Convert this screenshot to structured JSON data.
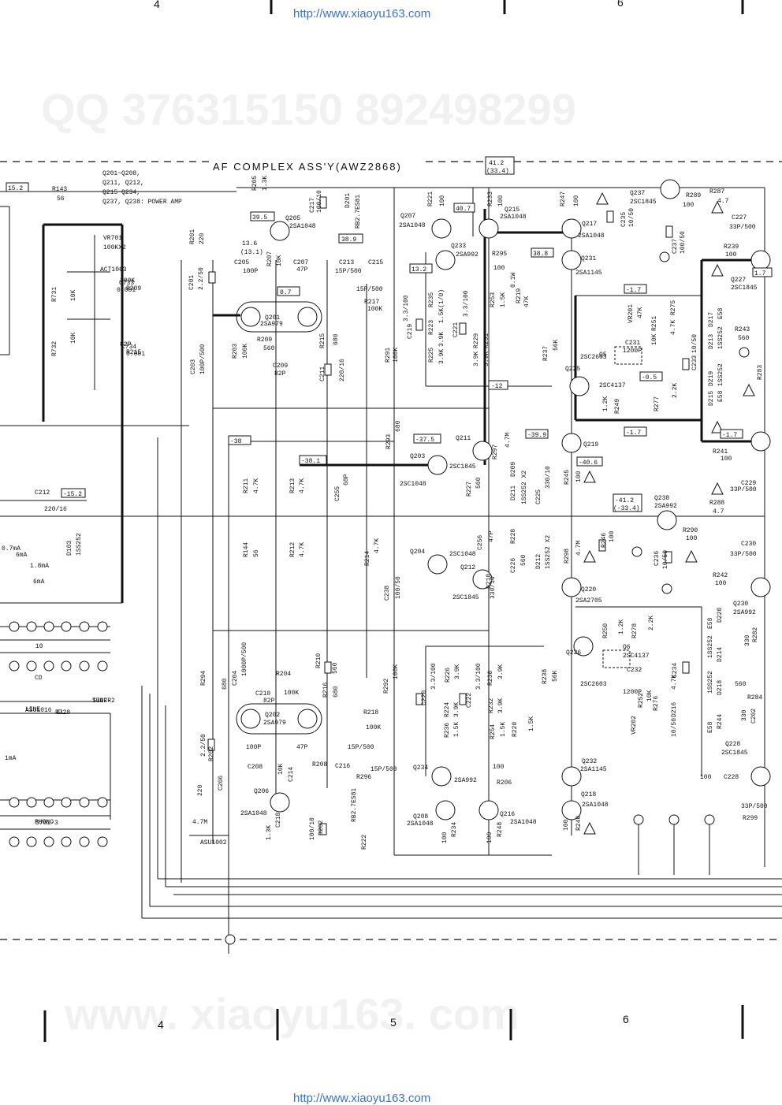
{
  "header": {
    "source_url": "http://www.xiaoyu163.com",
    "col_left": "4",
    "col_right": "6"
  },
  "watermarks": {
    "qq": "QQ 376315150  892498299",
    "site": "www. xiaoyu163. com"
  },
  "footer": {
    "source_url": "http://www.xiaoyu163.com",
    "columns": [
      "4",
      "5",
      "6"
    ]
  },
  "assembly": {
    "title": "AF COMPLEX ASS'Y(AWZ2868)",
    "note_lines": [
      "Q201~Q208,",
      "Q211, Q212,",
      "Q215~Q234,",
      "Q237, Q238: POWER AMP"
    ]
  },
  "voltage_boxes": [
    "15.2",
    "39.5",
    "13.6",
    "(13.1)",
    "0.7",
    "38.9",
    "40.7",
    "41.2",
    "(33.4)",
    "13.2",
    "38.8",
    "-1.7",
    "-0.5",
    "-12",
    "-38",
    "-38.1",
    "-37.5",
    "-39.9",
    "-40.6",
    "-1.7",
    "-1.7",
    "-41.2",
    "(-33.4)",
    "-15.2",
    "1.7"
  ],
  "transistors": [
    {
      "ref": "Q205",
      "part": "2SA1048"
    },
    {
      "ref": "Q201",
      "part": "2SA979"
    },
    {
      "ref": "Q202",
      "part": "2SA979"
    },
    {
      "ref": "Q206",
      "part": "2SA1048"
    },
    {
      "ref": "Q207",
      "part": "2SA1048"
    },
    {
      "ref": "Q233",
      "part": "2SA992"
    },
    {
      "ref": "Q215",
      "part": "2SA1048"
    },
    {
      "ref": "Q217",
      "part": "2SA1048"
    },
    {
      "ref": "Q231",
      "part": "2SA1145"
    },
    {
      "ref": "Q237",
      "part": "2SC1845"
    },
    {
      "ref": "Q227",
      "part": "2SC1845"
    },
    {
      "ref": "Q225",
      "part": "2SC2603"
    },
    {
      "ref": "Q5",
      "part": "2SC4137"
    },
    {
      "ref": "Q211",
      "part": "2SC1845"
    },
    {
      "ref": "Q203",
      "part": "2SC1048"
    },
    {
      "ref": "Q219",
      "part": ""
    },
    {
      "ref": "Q204",
      "part": "2SC1048"
    },
    {
      "ref": "Q212",
      "part": "2SC1845"
    },
    {
      "ref": "Q220",
      "part": "2SA2705"
    },
    {
      "ref": "Q238",
      "part": "2SA992"
    },
    {
      "ref": "Q226",
      "part": "2SC2603"
    },
    {
      "ref": "Q6",
      "part": "2SC4137"
    },
    {
      "ref": "Q234",
      "part": "2SA992"
    },
    {
      "ref": "Q208",
      "part": "2SA1048"
    },
    {
      "ref": "Q216",
      "part": "2SA1048"
    },
    {
      "ref": "Q232",
      "part": "2SA1145"
    },
    {
      "ref": "Q218",
      "part": "2SA1048"
    },
    {
      "ref": "Q230",
      "part": "2SA992"
    },
    {
      "ref": "Q228",
      "part": "2SC1845"
    }
  ],
  "labels": [
    "R143",
    "56",
    "R205",
    "1.3K",
    "C217",
    "100/10",
    "D201",
    "RB2.7ES81",
    "R221",
    "100",
    "R233",
    "100",
    "R247",
    "100",
    "R289",
    "100",
    "R287",
    "4.7",
    "C227",
    "33P/500",
    "VR701",
    "100KX2",
    "ACT1063",
    "R201",
    "220",
    "C201",
    "2.2/50",
    "C205",
    "100P",
    "R207",
    "10K",
    "C207",
    "47P",
    "C213",
    "15P/500",
    "C215",
    "15P/500",
    "R295",
    "100",
    "R219",
    "47K",
    "0.1W",
    "C235",
    "10/50",
    "C237",
    "100/50",
    "R239",
    "100",
    "R731",
    "10K",
    "C733",
    "0.001",
    "R732",
    "10K",
    "C734",
    "0.001",
    "R217",
    "100K",
    "R203",
    "100K",
    "R209",
    "560",
    "C209",
    "82P",
    "R215",
    "680",
    "C211",
    "220/16",
    "C203",
    "100P/500",
    "R291",
    "100K",
    "C219",
    "3.3/100",
    "R235",
    "1.5K(1/0)",
    "R223",
    "3.9K",
    "R225",
    "3.9K",
    "C221",
    "3.3/100",
    "R229",
    "3.9K",
    "R231",
    "3.9K",
    "R253",
    "1.5K",
    "R237",
    "56K",
    "VR201",
    "47K",
    "R251",
    "10K",
    "R275",
    "4.7K",
    "C231",
    "1200P",
    "C233",
    "10/50",
    "R249",
    "1.2K",
    "R277",
    "2.2K",
    "D217",
    "E58",
    "D213",
    "1SS252",
    "R243",
    "560",
    "D219",
    "1SS252",
    "D215",
    "E58",
    "R283",
    "R211",
    "4.7K",
    "R213",
    "4.7K",
    "C255",
    "68P",
    "R293",
    "680",
    "R227",
    "560",
    "R297",
    "4.7M",
    "D209",
    "1SS252 X2",
    "C225",
    "330/10",
    "D211",
    "R245",
    "100",
    "R241",
    "100",
    "R288",
    "4.7",
    "R290",
    "100",
    "C229",
    "33P/500",
    "C230",
    "33P/500",
    "R242",
    "100",
    "D103",
    "1SS252",
    "R144",
    "56",
    "R212",
    "4.7K",
    "R214",
    "4.7K",
    "C256",
    "47P",
    "R228",
    "560",
    "D212",
    "1SS252 X2",
    "C226",
    "330/10",
    "D210",
    "R298",
    "4.7M",
    "R246",
    "100",
    "C236",
    "10/50",
    "C238",
    "100/50",
    "R294",
    "680",
    "C204",
    "1000P/500",
    "R204",
    "100K",
    "C210",
    "82P",
    "R210",
    "560",
    "C212",
    "220/16",
    "R216",
    "680",
    "R292",
    "100K",
    "R218",
    "100K",
    "C220",
    "3.3/100",
    "R236",
    "1.5K",
    "R224",
    "3.9K",
    "R226",
    "3.9K",
    "C222",
    "3.3/100",
    "R232",
    "3.9K",
    "R230",
    "3.9K",
    "R254",
    "1.5K",
    "R220",
    "1.5K",
    "R238",
    "56K",
    "R250",
    "1.2K",
    "R278",
    "2.2K",
    "C232",
    "1200P",
    "VR202",
    "R252",
    "10K",
    "R276",
    "4.7K",
    "C234",
    "10/50",
    "D216",
    "E58",
    "D220",
    "1SS252",
    "D214",
    "1SS252",
    "D218",
    "E58",
    "R244",
    "560",
    "R284",
    "330",
    "R282",
    "330",
    "C202",
    "2.2/50",
    "R202",
    "220",
    "C206",
    "100P",
    "C208",
    "47P",
    "R208",
    "10K",
    "C214",
    "15P/500",
    "C216",
    "15P/500",
    "R296",
    "100",
    "R206",
    "1.3K",
    "C218",
    "100/10",
    "D202",
    "RB2.7ES81",
    "R222",
    "100",
    "R234",
    "100",
    "R248",
    "100",
    "R240",
    "100",
    "C228",
    "33P/500",
    "R299",
    "10",
    "S701-3",
    "S702-2",
    "ASU1016",
    "R728",
    "4.7M",
    "ASU1002",
    "CD",
    "PHONO",
    "TUNER",
    "LINE",
    "EL.",
    "1mA",
    "0.7mA",
    "6mA",
    "1.8mA",
    "6mA"
  ]
}
